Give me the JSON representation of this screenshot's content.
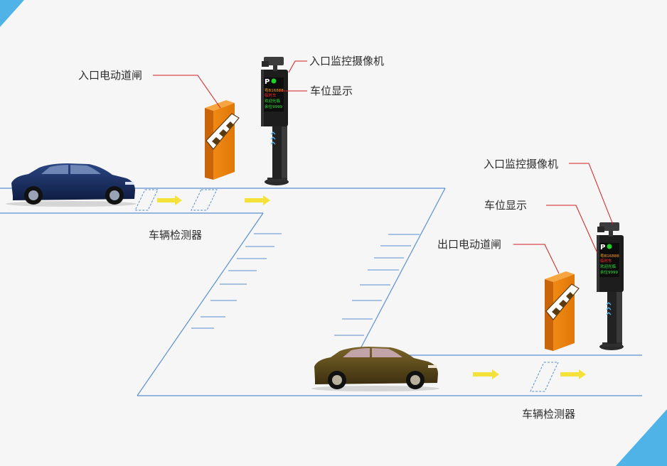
{
  "labels": {
    "entry_barrier": "入口电动道闸",
    "entry_camera_top": "入口监控摄像机",
    "space_display_top": "车位显示",
    "vehicle_detector_left": "车辆检测器",
    "entry_camera_right": "入口监控摄像机",
    "space_display_right": "车位显示",
    "exit_barrier": "出口电动道闸",
    "vehicle_detector_bottom": "车辆检测器"
  },
  "display_top": {
    "p": "P",
    "line1": "粤B16888",
    "line2": "临时车",
    "line3": "欢迎光临",
    "line4": "余位9999"
  },
  "display_right": {
    "p": "P",
    "line1": "粤B16888",
    "line2": "临时车",
    "line3": "欢迎光临",
    "line4": "余位9999"
  },
  "colors": {
    "lane_line": "#5b8fd0",
    "leader_line": "#d21e1e",
    "barrier_orange": "#e8830f",
    "arrow_yellow": "#f4e23a",
    "corner_blue": "#4fb3e8",
    "suv_blue": "#1a2d5c",
    "suv_bronze": "#5c4a1c"
  }
}
